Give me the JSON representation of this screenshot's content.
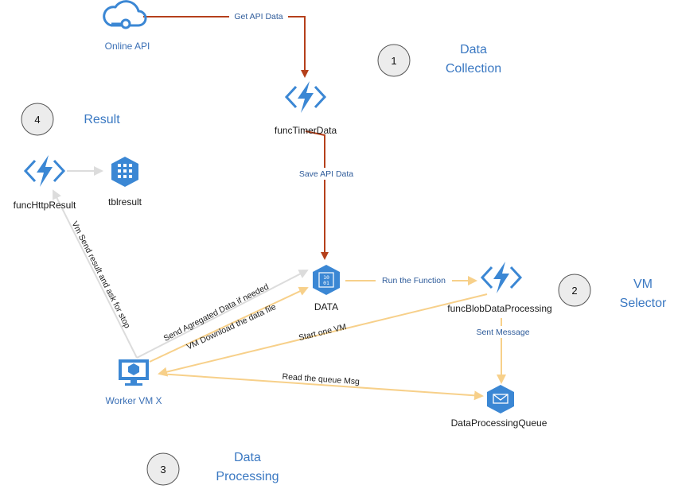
{
  "nodes": {
    "online_api": "Online API",
    "func_timer_data": "funcTimerData",
    "func_http_result": "funcHttpResult",
    "tbl_result": "tblresult",
    "data": "DATA",
    "func_blob_data_processing": "funcBlobDataProcessing",
    "worker_vm": "Worker VM X",
    "data_processing_queue": "DataProcessingQueue"
  },
  "edges": {
    "get_api_data": "Get API Data",
    "save_api_data": "Save API Data",
    "run_the_function": "Run the Function",
    "sent_message": "Sent Message",
    "start_one_vm": "Start one VM",
    "read_the_queue_msg": "Read the queue Msg",
    "send_agregated_data": "Send Agregated Data if needed",
    "vm_download_data_file": "VM Download the data file",
    "vm_send_result": "Vm Send result and ask for stop"
  },
  "steps": [
    {
      "number": "1",
      "label_line1": "Data",
      "label_line2": "Collection"
    },
    {
      "number": "2",
      "label_line1": "VM",
      "label_line2": "Selector"
    },
    {
      "number": "3",
      "label_line1": "Data",
      "label_line2": "Processing"
    },
    {
      "number": "4",
      "label_line1": "Result",
      "label_line2": ""
    }
  ],
  "colors": {
    "collection_arrow": "#b5401b",
    "processing_arrow": "#f7d08a",
    "result_arrow": "#d9d9d9",
    "azure_blue": "#3b87d4",
    "section_text": "#3a78c2"
  }
}
